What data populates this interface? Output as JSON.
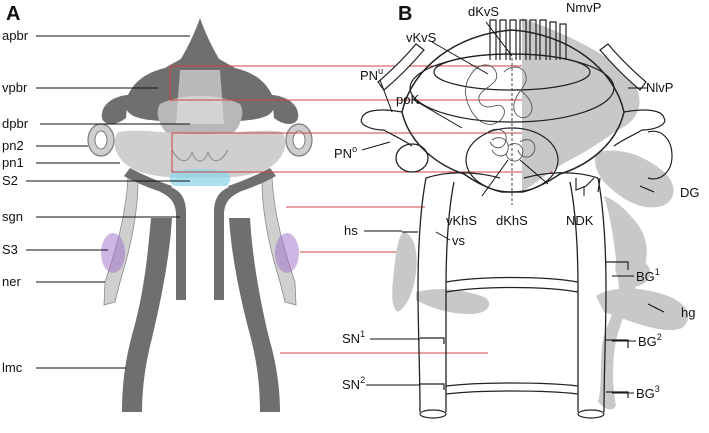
{
  "panel_a": {
    "letter": "A",
    "labels": {
      "apbr": "apbr",
      "vpbr": "vpbr",
      "dpbr": "dpbr",
      "pn2": "pn2",
      "pn1": "pn1",
      "S2": "S2",
      "sgn": "sgn",
      "S3": "S3",
      "ner": "ner",
      "lmc": "lmc"
    }
  },
  "panel_b": {
    "letter": "B",
    "labels": {
      "dKvS": "dKvS",
      "NmvP": "NmvP",
      "vKvS": "vKvS",
      "PNu_base": "PN",
      "PNu_sup": "u",
      "poK": "poK",
      "NlvP": "NlvP",
      "PNo_base": "PN",
      "PNo_sup": "o",
      "DG": "DG",
      "vKhS": "vKhS",
      "dKhS": "dKhS",
      "NDK": "NDK",
      "hs": "hs",
      "vs": "vs",
      "BG1_base": "BG",
      "BG1_sup": "1",
      "hg": "hg",
      "SN1_base": "SN",
      "SN1_sup": "1",
      "BG2_base": "BG",
      "BG2_sup": "2",
      "SN2_base": "SN",
      "SN2_sup": "2",
      "BG3_base": "BG",
      "BG3_sup": "3"
    }
  },
  "colors": {
    "dark_gray": "#6f6f6f",
    "mid_gray": "#9a9a9a",
    "light_gray": "#cfcfcf",
    "shade_gray": "#c8c8c8",
    "connector_red": "#d04040",
    "purple_region": "#9b6bc9",
    "cyan_region": "#8fd6ea"
  }
}
